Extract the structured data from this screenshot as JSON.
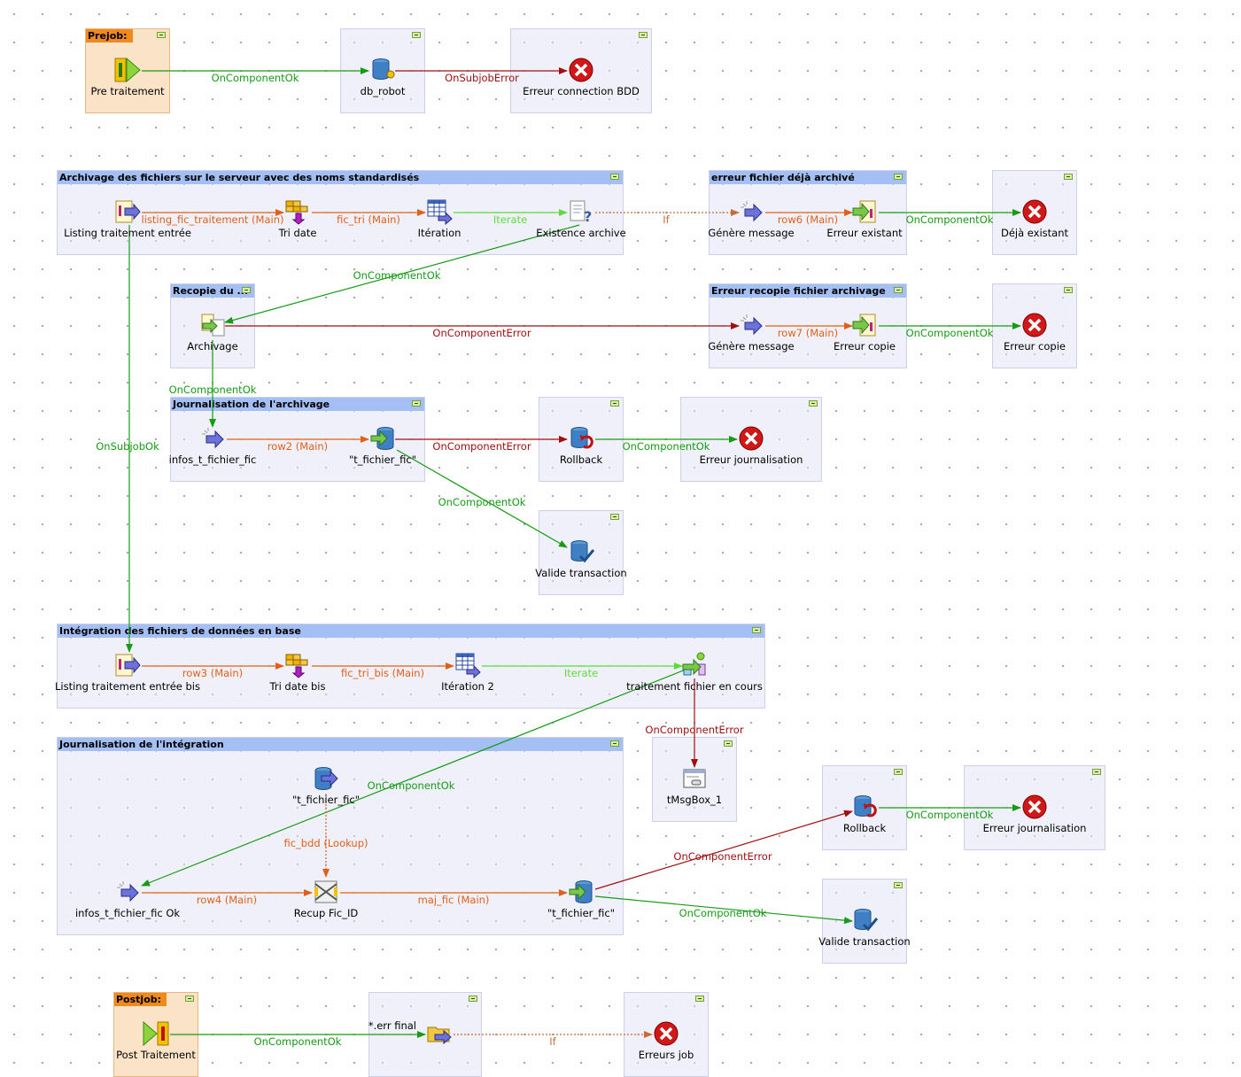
{
  "colors": {
    "ok": "#169b16",
    "error": "#a01010",
    "main": "#e0601a",
    "iterate": "#5cdc3a",
    "if": "#c76b3a",
    "subjob_bg": "#e6e7f3",
    "subjob_title": "#a3bff3",
    "prejob_bg": "#fbe3c8",
    "prejob_title": "#ee8a1e"
  },
  "subjobs": {
    "prejob": "Prejob:",
    "archivage": "Archivage des fichiers sur le serveur avec des noms standardisés",
    "erreur_deja": "erreur fichier déjà archivé",
    "recopie": "Recopie du ...",
    "erreur_recopie": "Erreur recopie fichier archivage",
    "journal_arch": "Journalisation de l'archivage",
    "integration": "Intégration des fichiers de données en base",
    "journal_integ": "Journalisation de l'intégration",
    "postjob": "Postjob:"
  },
  "components": {
    "pre_traitement": {
      "label": "Pre traitement",
      "icon": "prejob-icon"
    },
    "db_robot": {
      "label": "db_robot",
      "icon": "db-connection-icon"
    },
    "erreur_connexion": {
      "label": "Erreur connection BDD",
      "icon": "die-icon"
    },
    "listing": {
      "label": "Listing traitement entrée",
      "icon": "file-list-icon"
    },
    "tri_date": {
      "label": "Tri date",
      "icon": "sort-icon"
    },
    "iteration": {
      "label": "Itération",
      "icon": "flow-to-iterate-icon"
    },
    "existence": {
      "label": "Existence archive",
      "icon": "file-exist-icon"
    },
    "genere1": {
      "label": "Génère message",
      "icon": "fixed-flow-icon"
    },
    "erreur_existant": {
      "label": "Erreur existant",
      "icon": "file-output-icon"
    },
    "deja_existant": {
      "label": "Déjà existant",
      "icon": "die-icon"
    },
    "archivage": {
      "label": "Archivage",
      "icon": "file-copy-icon"
    },
    "genere2": {
      "label": "Génère message",
      "icon": "fixed-flow-icon"
    },
    "erreur_copie": {
      "label": "Erreur copie",
      "icon": "file-output-icon"
    },
    "erreur_copie_die": {
      "label": "Erreur copie",
      "icon": "die-icon"
    },
    "infos": {
      "label": "infos_t_fichier_fic",
      "icon": "fixed-flow-icon"
    },
    "t_fichier1": {
      "label": "\"t_fichier_fic\"",
      "icon": "db-output-icon"
    },
    "rollback1": {
      "label": "Rollback",
      "icon": "db-rollback-icon"
    },
    "erreur_journal1": {
      "label": "Erreur journalisation",
      "icon": "die-icon"
    },
    "valide1": {
      "label": "Valide transaction",
      "icon": "db-commit-icon"
    },
    "listing_bis": {
      "label": "Listing traitement entrée bis",
      "icon": "file-list-icon"
    },
    "tri_date_bis": {
      "label": "Tri date bis",
      "icon": "sort-icon"
    },
    "iteration2": {
      "label": "Itération 2",
      "icon": "flow-to-iterate-icon"
    },
    "traitement_cours": {
      "label": "traitement fichier en cours",
      "icon": "run-job-icon"
    },
    "msgbox": {
      "label": "tMsgBox_1",
      "icon": "msgbox-icon"
    },
    "t_fichier_lookup": {
      "label": "\"t_fichier_fic\"",
      "icon": "db-input-icon"
    },
    "infos_ok": {
      "label": "infos_t_fichier_fic Ok",
      "icon": "fixed-flow-icon"
    },
    "recup": {
      "label": "Recup Fic_ID",
      "icon": "map-icon"
    },
    "t_fichier2": {
      "label": "\"t_fichier_fic\"",
      "icon": "db-output-icon"
    },
    "rollback2": {
      "label": "Rollback",
      "icon": "db-rollback-icon"
    },
    "erreur_journal2": {
      "label": "Erreur journalisation",
      "icon": "die-icon"
    },
    "valide2": {
      "label": "Valide transaction",
      "icon": "db-commit-icon"
    },
    "post_traitement": {
      "label": "Post Traitement",
      "icon": "postjob-icon"
    },
    "err_final": {
      "label": "*.err final",
      "icon": "file-list-folder-icon"
    },
    "erreurs_job": {
      "label": "Erreurs job",
      "icon": "die-icon"
    }
  },
  "links": {
    "l1": "OnComponentOk",
    "l2": "OnSubjobError",
    "l3": "listing_fic_traitement (Main)",
    "l4": "fic_tri (Main)",
    "l5": "Iterate",
    "l6": "If",
    "l7": "row6 (Main)",
    "l8": "OnComponentOk",
    "l9": "OnComponentOk",
    "l10": "OnComponentError",
    "l11": "row7 (Main)",
    "l12": "OnComponentOk",
    "l13": "OnComponentOk",
    "l14": "OnSubjobOk",
    "l15": "row2 (Main)",
    "l16": "OnComponentError",
    "l17": "OnComponentOk",
    "l18": "OnComponentOk",
    "l19": "row3 (Main)",
    "l20": "fic_tri_bis (Main)",
    "l21": "Iterate",
    "l22": "OnComponentError",
    "l23": "OnComponentOk",
    "l24": "fic_bdd (Lookup)",
    "l25": "row4 (Main)",
    "l26": "maj_fic (Main)",
    "l27": "OnComponentError",
    "l28": "OnComponentOk",
    "l29": "OnComponentOk",
    "l30": "OnComponentOk",
    "l31": "If"
  }
}
